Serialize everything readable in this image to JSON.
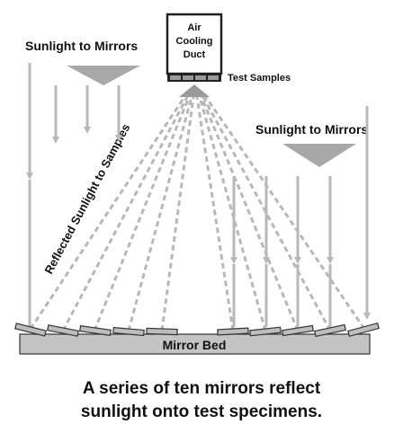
{
  "labels": {
    "sunlight_left": "Sunlight to Mirrors",
    "sunlight_right": "Sunlight to Mirrors",
    "reflected": "Reflected Sunlight to Samples",
    "duct_line1": "Air",
    "duct_line2": "Cooling",
    "duct_line3": "Duct",
    "test_samples": "Test Samples",
    "mirror_bed": "Mirror Bed"
  },
  "caption": {
    "line1": "A series of ten mirrors reflect",
    "line2": "sunlight onto test specimens."
  },
  "mirror_count": 10,
  "colors": {
    "ray": "#b8b8b8",
    "bed_fill": "#c4c4c4",
    "mirror_fill": "#bdbdbd",
    "text": "#111111"
  }
}
